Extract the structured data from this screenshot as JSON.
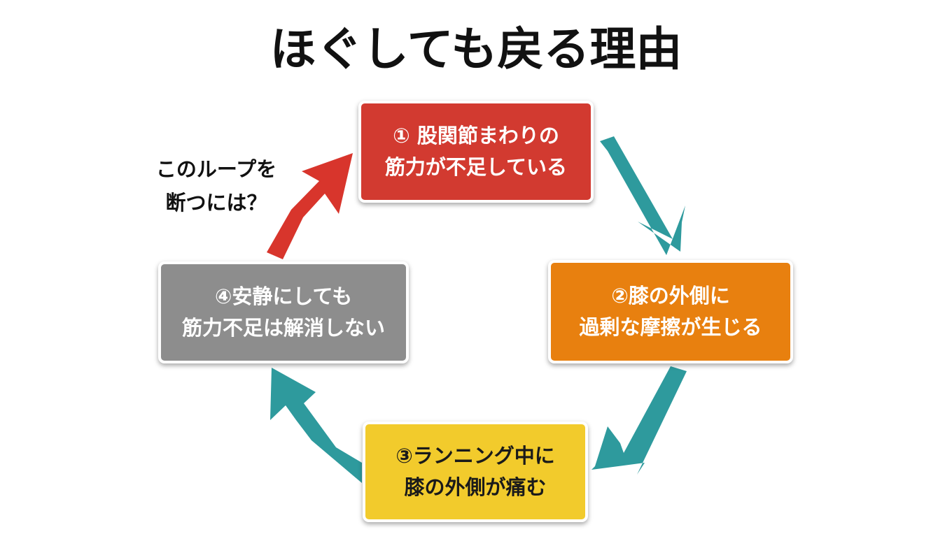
{
  "title": "ほぐしても戻る理由",
  "cycle_steps": [
    {
      "lines": [
        "① 股関節まわりの",
        "筋力が不足している"
      ],
      "color": "#d23a30"
    },
    {
      "lines": [
        "②膝の外側に",
        "過剰な摩擦が生じる"
      ],
      "color": "#e8800f"
    },
    {
      "lines": [
        "③ランニング中に",
        "膝の外側が痛む"
      ],
      "color": "#f2cb2c"
    },
    {
      "lines": [
        "④安静にしても",
        "筋力不足は解消しない"
      ],
      "color": "#8d8d8d"
    }
  ],
  "note": {
    "lines": [
      "このループを",
      "断つには？"
    ]
  },
  "colors": {
    "loop_arrow": "#2e9a9d",
    "break_arrow": "#d8352c",
    "title_text": "#111111"
  }
}
